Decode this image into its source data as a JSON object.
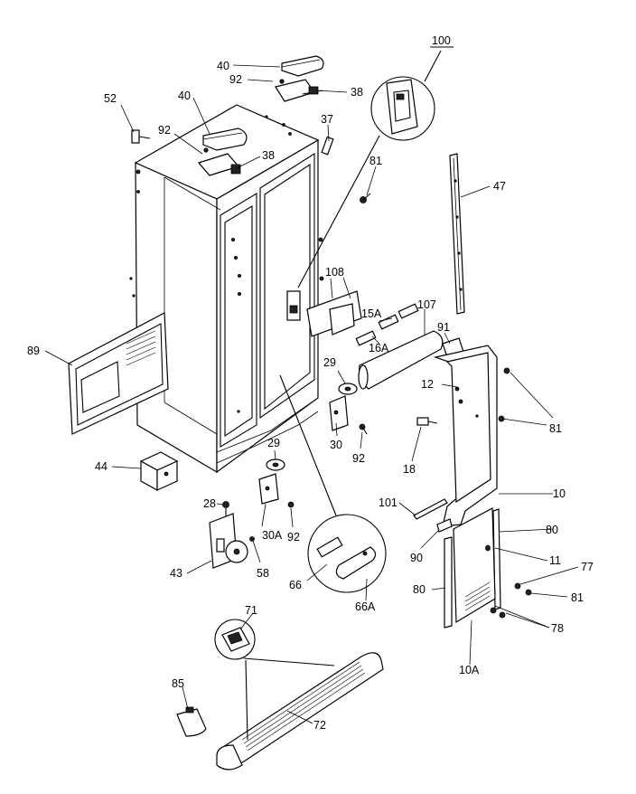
{
  "diagram": {
    "labels": {
      "p100": "100",
      "p40a": "40",
      "p92a": "92",
      "p38a": "38",
      "p52": "52",
      "p40b": "40",
      "p92b": "92",
      "p38b": "38",
      "p37": "37",
      "p81a": "81",
      "p47": "47",
      "p108": "108",
      "p107": "107",
      "p15a": "15A",
      "p16a": "16A",
      "p91": "91",
      "p89": "89",
      "p29a": "29",
      "p12": "12",
      "p81b": "81",
      "p30": "30",
      "p92c": "92",
      "p18": "18",
      "p29b": "29",
      "p44": "44",
      "p10": "10",
      "p28": "28",
      "p30a": "30A",
      "p92d": "92",
      "p101": "101",
      "p80a": "80",
      "p43": "43",
      "p58": "58",
      "p90": "90",
      "p11": "11",
      "p77": "77",
      "p66": "66",
      "p80b": "80",
      "p81c": "81",
      "p66a": "66A",
      "p78": "78",
      "p10a": "10A",
      "p71": "71",
      "p85": "85",
      "p72": "72"
    }
  }
}
